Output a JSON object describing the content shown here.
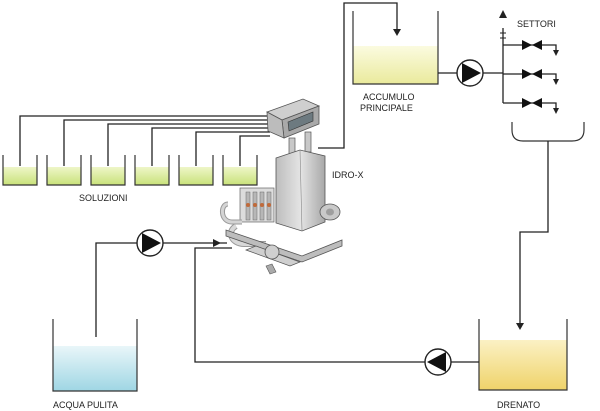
{
  "labels": {
    "soluzioni": "SOLUZIONI",
    "idro_x": "IDRO-X",
    "accumulo_line1": "ACCUMULO",
    "accumulo_line2": "PRINCIPALE",
    "settori": "SETTORI",
    "acqua_pulita": "ACQUA PULITA",
    "drenato": "DRENATO"
  },
  "colors": {
    "solution_fill": "#d9eb9c",
    "accumulo_fill": "#f2f2b0",
    "acqua_fill": "#b7e1ea",
    "drenato_fill": "#f4e08a",
    "line": "#222222",
    "machine_body": "#d6d6d6"
  },
  "icons": {
    "pump": "pump-icon",
    "valve": "gate-valve-icon",
    "machine": "fertigation-unit-icon"
  }
}
